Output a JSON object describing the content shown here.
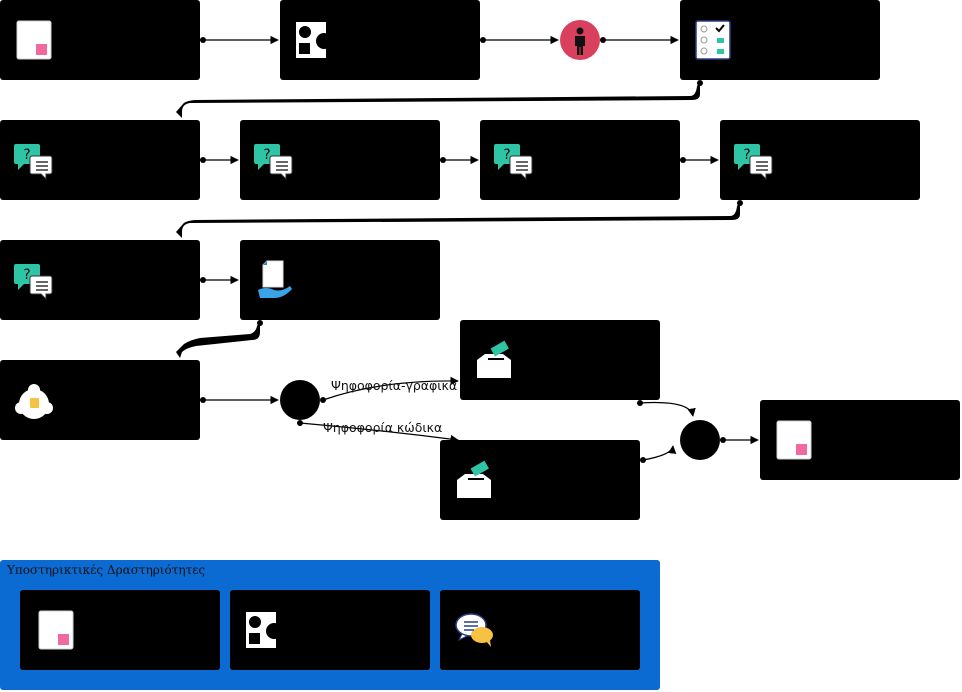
{
  "colors": {
    "node": "#000000",
    "panel": "#0b6bd3",
    "accent_red": "#d9405e",
    "accent_teal": "#2ec4a6",
    "accent_pink": "#f06aa0",
    "accent_yellow": "#f6c244"
  },
  "edges": {
    "vote_graphic_label": "Ψηφοφορία-γραφικά",
    "vote_code_label": "Ψηφοφορία κώδικα"
  },
  "support": {
    "title": "Υποστηρικτικές Δραστηριότητες"
  },
  "icons": {
    "page": "document-icon",
    "shapes": "shapes-icon",
    "person": "person-icon",
    "checklist": "checklist-icon",
    "quiz": "question-chat-icon",
    "handout": "hand-document-icon",
    "brainstorm": "lightbulb-cloud-icon",
    "ballot": "ballot-box-icon",
    "discussion": "chat-bubbles-icon"
  }
}
